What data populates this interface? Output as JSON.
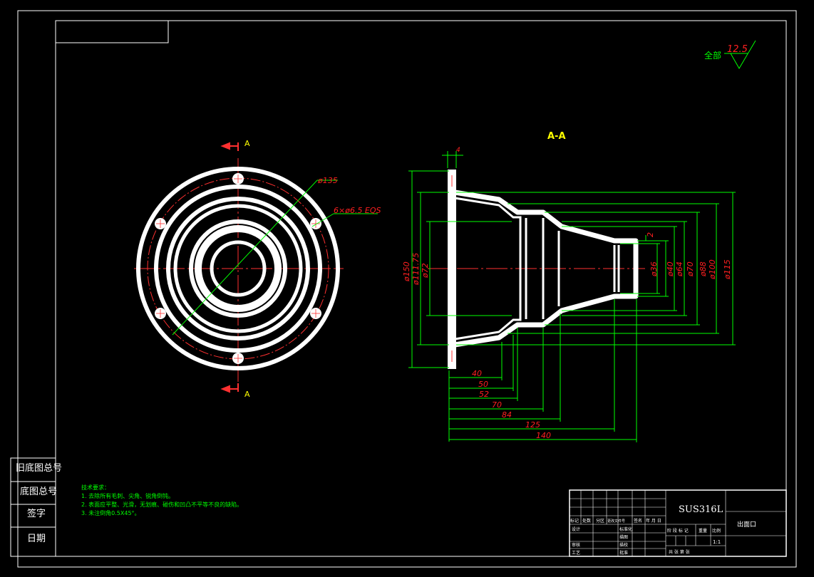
{
  "roughness": {
    "prefix": "全部",
    "value": "12.5"
  },
  "section_label": "A-A",
  "cut_label": "A",
  "left_view": {
    "dia_135": "ø135",
    "holes": "6×ø6.5 EQS"
  },
  "section_dims": {
    "left_dias": [
      "ø150",
      "ø111.75",
      "ø72"
    ],
    "right_dias": [
      "ø36",
      "ø40",
      "ø64",
      "ø70",
      "ø88",
      "ø100",
      "ø115"
    ],
    "lengths": [
      "40",
      "50",
      "52",
      "70",
      "84",
      "125",
      "140"
    ],
    "small": "2",
    "top": "4"
  },
  "notes": {
    "heading": "技术要求：",
    "lines": [
      "1. 去除所有毛刺、尖角、锐角倒钝。",
      "2. 表面应平整、光滑，无划痕、碰伤和凹凸不平等不良的缺陷。",
      "3. 未注倒角0.5X45°。"
    ]
  },
  "side_labels": [
    "旧底图总号",
    "底图总号",
    "签字",
    "日期"
  ],
  "title_block": {
    "material": "SUS316L",
    "part_name": "出面口",
    "header": [
      "标记",
      "处数",
      "分区",
      "更改文件号",
      "签名",
      "年 月 日"
    ],
    "roles": [
      "设计",
      "审核",
      "工艺"
    ],
    "roles2": [
      "标准化",
      "描图",
      "描校",
      "批准"
    ],
    "stage": "阶 段 标 记",
    "weight": "重量",
    "scale_label": "比例",
    "scale": "1:1",
    "sheets": "共   张  第   张"
  }
}
